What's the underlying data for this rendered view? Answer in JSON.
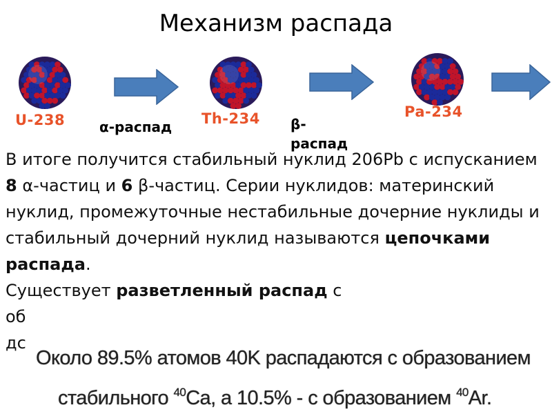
{
  "title": "Механизм распада",
  "nuclides": [
    {
      "label": "U-238"
    },
    {
      "label": "Th-234"
    },
    {
      "label": "Pa-234"
    }
  ],
  "decays": [
    {
      "label": "α-распад"
    },
    {
      "label_line1": "β-",
      "label_line2": "распад"
    }
  ],
  "colors": {
    "nuclide_label": "#e8532a",
    "arrow_fill": "#4a7ebb",
    "proton": "#c0142a",
    "neutron": "#1b2a9a"
  },
  "text": {
    "p1_a": "В итоге получится стабильный нуклид 206Pb с испусканием ",
    "p1_b": "8",
    "p1_c": " α-частиц и ",
    "p1_d": "6",
    "p1_e": " β-частиц. Серии нуклидов: материнский нуклид, промежуточные нестабильные дочерние нуклиды и стабильный дочерний нуклид называются ",
    "p1_f": "цепочками распада",
    "p1_g": ".",
    "p2_a": "Существует ",
    "p2_b": "разветленный распад",
    "p2_c": " с",
    "p3": "об",
    "p4": "дс"
  },
  "overlay": {
    "line1": "Около 89.5% атомов 40K распадаются с образованием",
    "line2_a": "стабильного ",
    "line2_sup1": "40",
    "line2_b": "Ca, а 10.5% - с образованием ",
    "line2_sup2": "40",
    "line2_c": "Ar."
  }
}
